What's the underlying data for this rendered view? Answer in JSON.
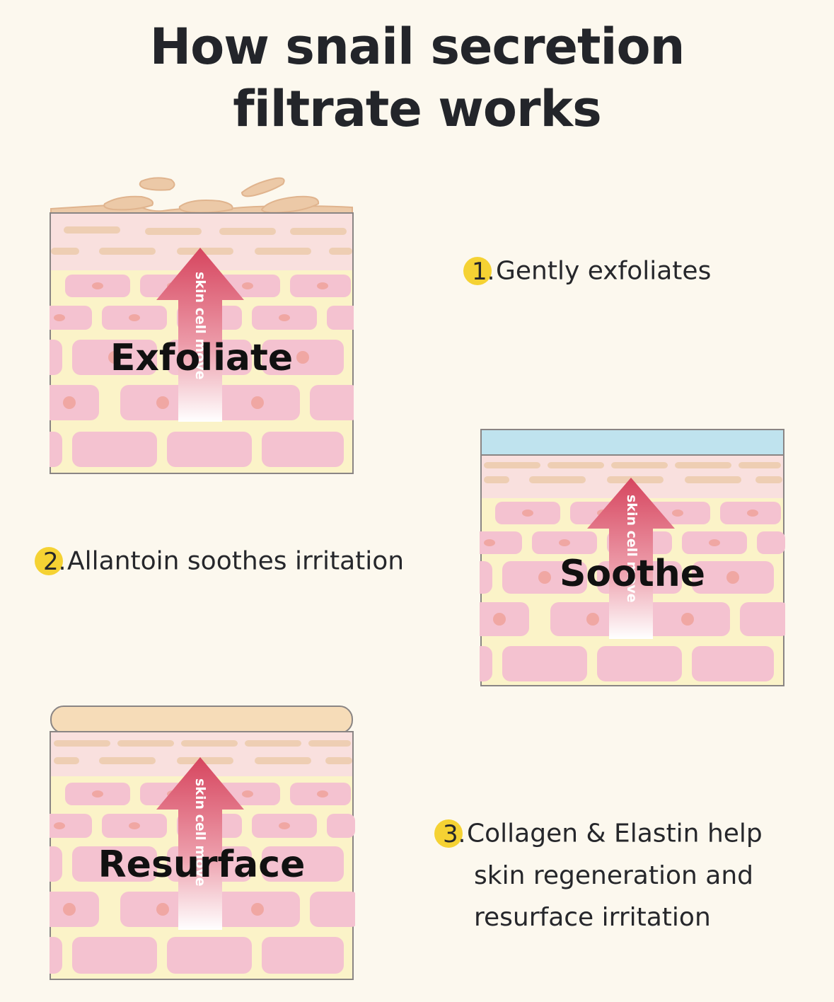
{
  "title": {
    "line1": "How snail secretion",
    "line2": "filtrate works"
  },
  "panels": [
    {
      "label": "Exfoliate",
      "arrow_text": "skin cell move",
      "top_layer": "flaking-cells",
      "top_color": "#ecc9a7"
    },
    {
      "label": "Soothe",
      "arrow_text": "skin cell move",
      "top_layer": "soothing-film",
      "top_color": "#bfe3ee"
    },
    {
      "label": "Resurface",
      "arrow_text": "skin cell move",
      "top_layer": "smooth-layer",
      "top_color": "#f6dcb8"
    }
  ],
  "steps": [
    {
      "number": "1.",
      "lines": [
        "Gently exfoliates"
      ]
    },
    {
      "number": "2.",
      "lines": [
        "Allantoin soothes irritation"
      ]
    },
    {
      "number": "3.",
      "lines": [
        "Collagen & Elastin help",
        "skin regeneration and",
        "resurface irritation"
      ]
    }
  ],
  "colors": {
    "background": "#fcf8ee",
    "badge": "#f5d233",
    "skin_base": "#fbf3c8",
    "cell_pink": "#f4c2d0",
    "cell_nucleus": "#f0a7a3",
    "arrow_red": "#d6455e"
  }
}
